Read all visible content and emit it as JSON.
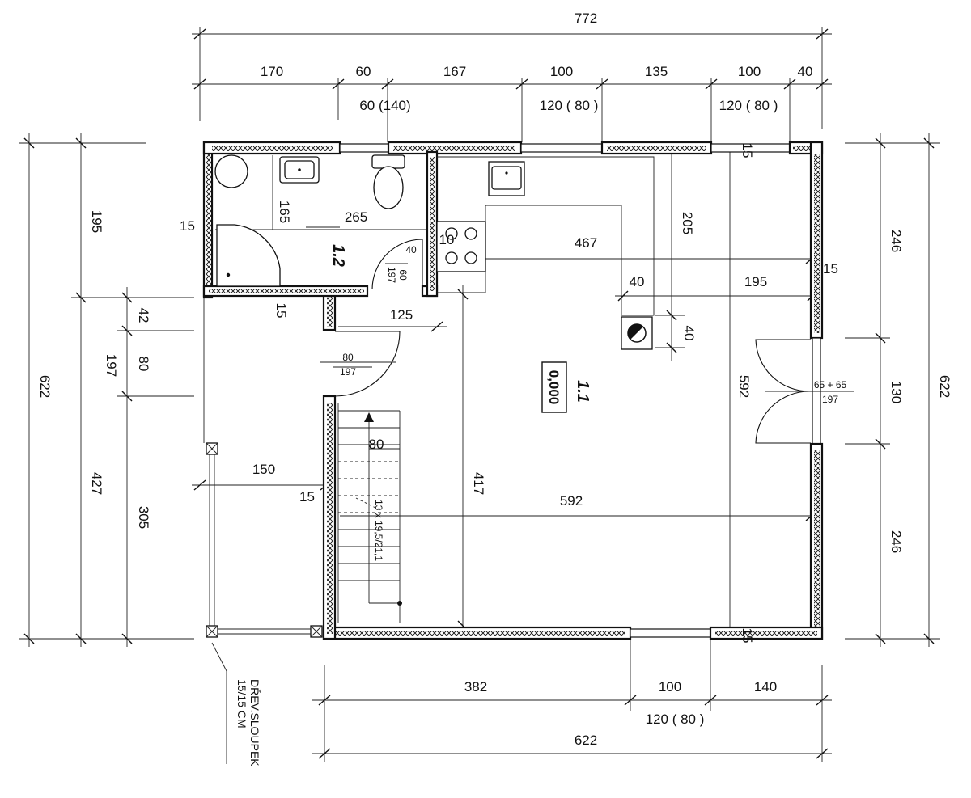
{
  "dimensions": {
    "top_total": "772",
    "top_segments": [
      "170",
      "60",
      "167",
      "100",
      "135",
      "100",
      "40"
    ],
    "top_openings": [
      "60 (140)",
      "120 ( 80 )",
      "120 ( 80 )"
    ],
    "bottom_segments": [
      "382",
      "100",
      "140"
    ],
    "bottom_opening": "120 ( 80 )",
    "bottom_total": "622",
    "left_total": "622",
    "left_segments": [
      "195",
      "427"
    ],
    "left_inner": [
      "42",
      "197",
      "80",
      "305"
    ],
    "right_total": "622",
    "right_segments": [
      "246",
      "130",
      "246"
    ],
    "interior": {
      "bath_width": "265",
      "bath_depth": "165",
      "stair_gap": "125",
      "counter_length": "467",
      "counter_depth": "205",
      "stove_offset_x": "40",
      "stove_offset_y": "40",
      "stove_to_wall": "195",
      "living_depth": "592",
      "living_width": "592",
      "stair_height": "417",
      "porch_width": "150",
      "stair_width": "80",
      "stair_steps": "13 x 19,5/21,1",
      "wall_15": "15",
      "niche_10": "10",
      "niche_40": "40"
    },
    "doors": {
      "bath_door_w": "60",
      "bath_door_h": "197",
      "hall_door_w": "80",
      "hall_door_h": "197",
      "entrance_w": "65 + 65",
      "entrance_h": "197"
    }
  },
  "rooms": {
    "living": "1.1",
    "living_level": "0,000",
    "bath": "1.2"
  },
  "annotations": {
    "post_line1": "DŘEV.SLOUPEK",
    "post_line2": "15/15 CM"
  }
}
